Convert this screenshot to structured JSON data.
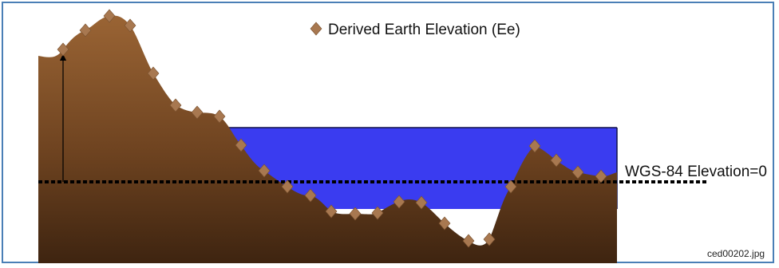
{
  "legend": {
    "label": "Derived Earth Elevation (Ee)",
    "marker_color": "#a87850"
  },
  "reference_line": {
    "label": "WGS-84 Elevation=0"
  },
  "caption": {
    "filename": "ced00202.jpg"
  },
  "colors": {
    "terrain_top": "#9a6434",
    "terrain_bottom": "#3e2410",
    "water": "#3a3cf0",
    "water_outline": "#101048",
    "marker": "#a87850",
    "frame_border": "#4a7fb6"
  }
}
